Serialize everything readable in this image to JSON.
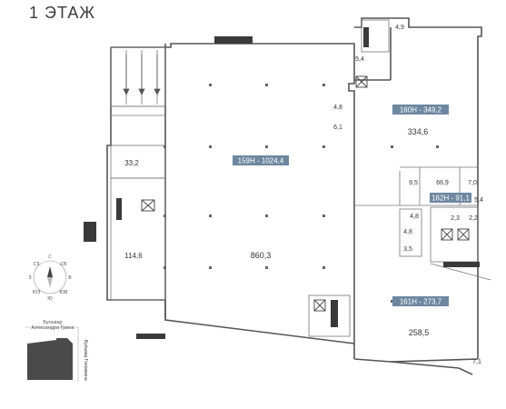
{
  "page": {
    "title": "1 ЭТАЖ"
  },
  "units": [
    {
      "tag": "159Н - 1024,4",
      "area": "860,3"
    },
    {
      "tag": "160Н - 349,2",
      "area": "334,6"
    },
    {
      "tag": "161Н - 273,7",
      "area": "258,5"
    },
    {
      "tag": "162Н - 91,1"
    }
  ],
  "rooms": {
    "r33_2": "33,2",
    "r114_6": "114,6",
    "r4_9": "4,9",
    "r5_4a": "5,4",
    "r4_8a": "4,8",
    "r6_1": "6,1",
    "r66_9": "66,9",
    "r9_5": "9,5",
    "r7_0": "7,0",
    "r5_4b": "5,4",
    "r4_8b": "4,8",
    "r4_8c": "4,8",
    "r3_5": "3,5",
    "r2_3": "2,3",
    "r2_2": "2,2",
    "r7_1": "7,1"
  },
  "compass": {
    "n": "С",
    "e": "В",
    "s": "Ю",
    "w": "З",
    "ne": "СВ",
    "nw": "СЗ",
    "se": "ЮВ",
    "sw": "ЮЗ"
  },
  "streets": {
    "south_1": "Бульвар",
    "south_2": "Александра Грина",
    "east": "Бульвар Головкина"
  },
  "colors": {
    "tag_fill": "#6d87a0",
    "wall": "#555555",
    "hatch": "#333333",
    "locator": "#4a4a4a"
  }
}
